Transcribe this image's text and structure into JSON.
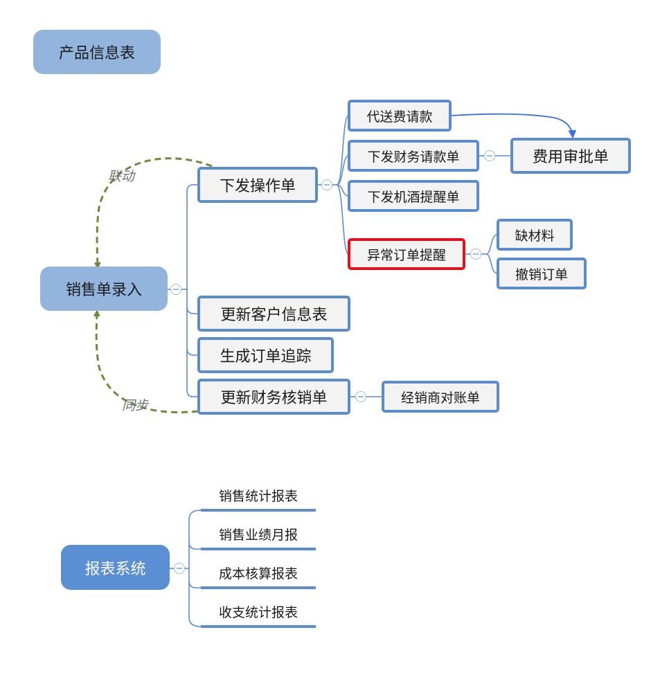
{
  "nodes": {
    "product_info": "产品信息表",
    "sales_entry": "销售单录入",
    "dispatch_order": "下发操作单",
    "update_customer": "更新客户信息表",
    "gen_tracking": "生成订单追踪",
    "update_finance": "更新财务核销单",
    "delivery_fee": "代送费请款",
    "dispatch_finance": "下发财务请款单",
    "expense_approval": "费用审批单",
    "dispatch_wine": "下发机酒提醒单",
    "abnormal_order": "异常订单提醒",
    "lack_material": "缺材料",
    "cancel_order": "撤销订单",
    "dealer_statement": "经销商对账单",
    "report_system": "报表系统",
    "report_sales_stats": "销售统计报表",
    "report_monthly": "销售业绩月报",
    "report_cost": "成本核算报表",
    "report_income": "收支统计报表"
  },
  "annotations": {
    "linkage": "联动",
    "sync": "同步"
  },
  "colors": {
    "root_fill": "#92b4dd",
    "root_dark_fill": "#5b8fd3",
    "box_border": "#5b8cd0",
    "alert_border": "#e8101a",
    "connector": "#5b8cd0",
    "dashed_arrow": "#6d8a3a",
    "relation_arrow": "#3a6ee8"
  }
}
